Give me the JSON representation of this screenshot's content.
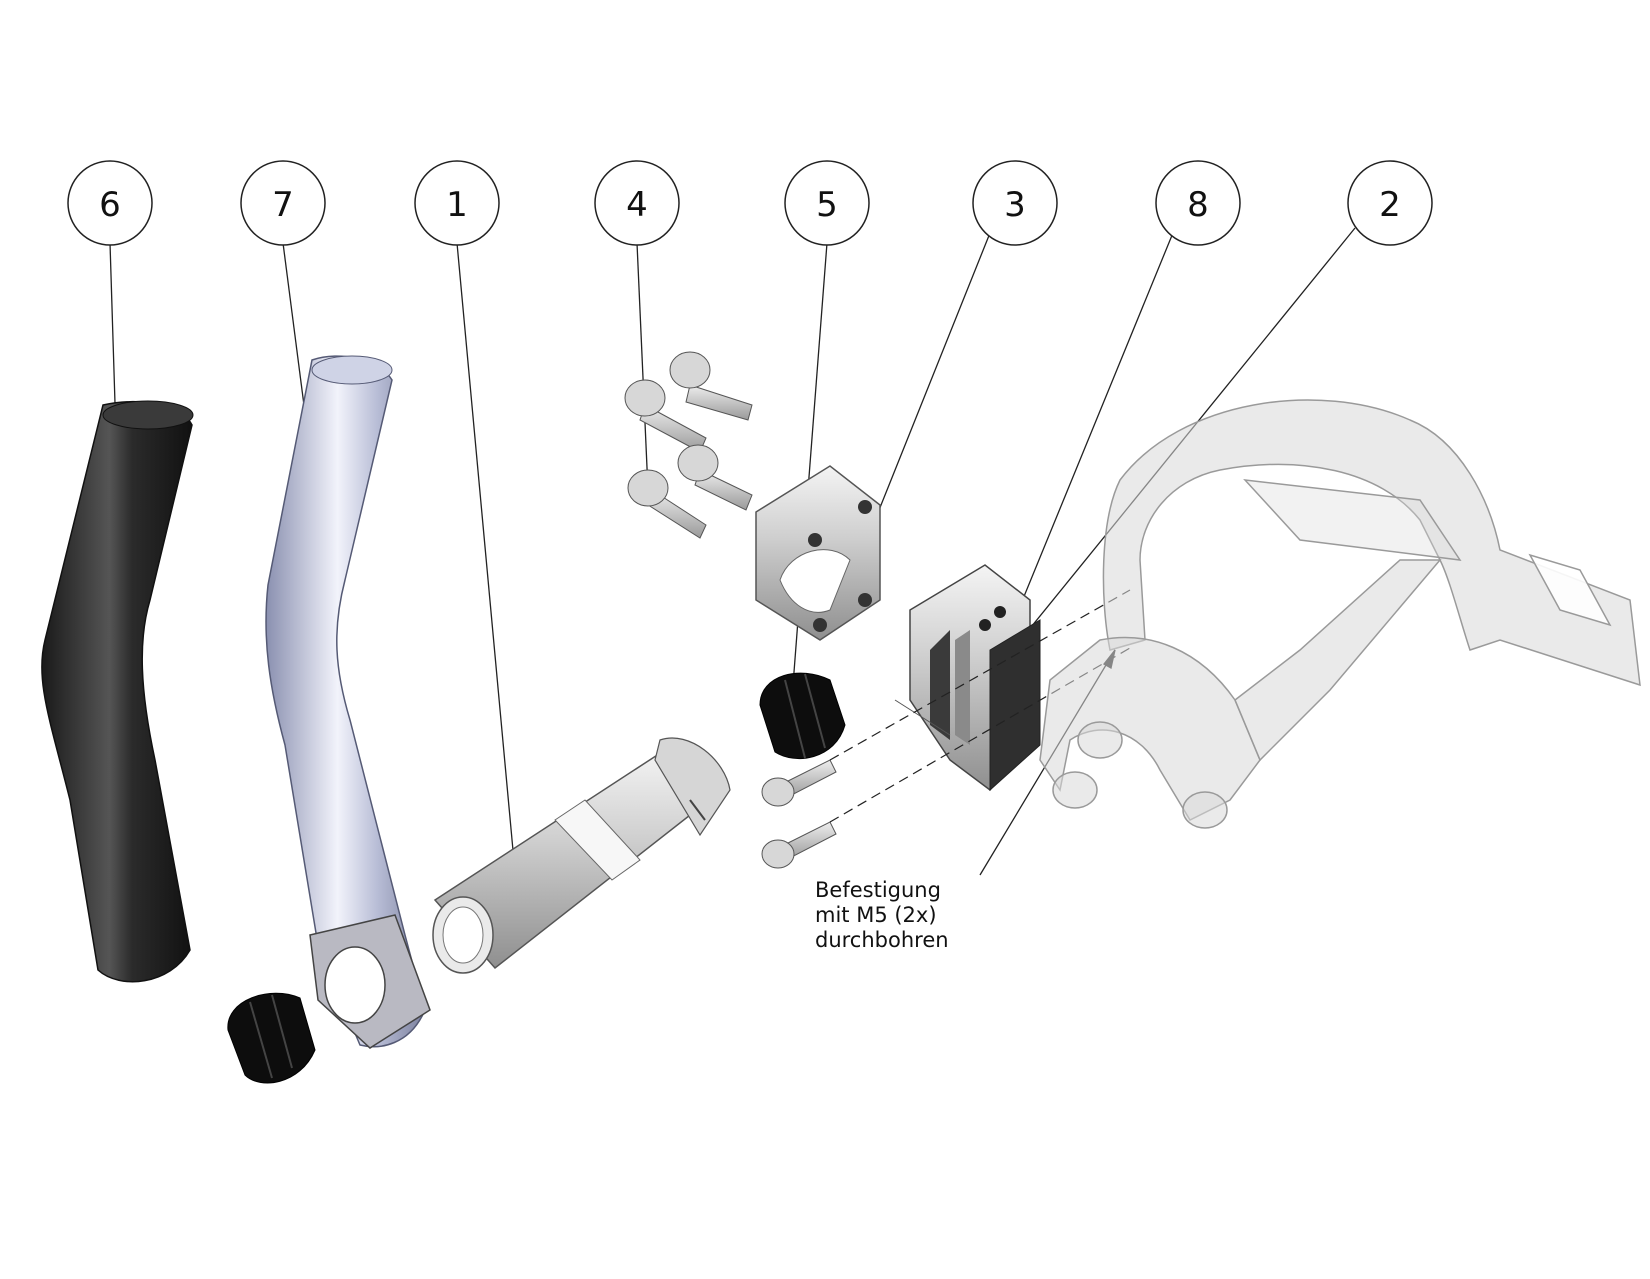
{
  "balloons": [
    {
      "id": "balloon-6",
      "label": "6"
    },
    {
      "id": "balloon-7",
      "label": "7"
    },
    {
      "id": "balloon-1",
      "label": "1"
    },
    {
      "id": "balloon-4",
      "label": "4"
    },
    {
      "id": "balloon-5",
      "label": "5"
    },
    {
      "id": "balloon-3",
      "label": "3"
    },
    {
      "id": "balloon-8",
      "label": "8"
    },
    {
      "id": "balloon-2",
      "label": "2"
    }
  ],
  "note": {
    "line1": "Befestigung",
    "line2": "mit M5 (2x)",
    "line3": "durchbohren"
  },
  "colors": {
    "grip_black": "#2b2b2b",
    "tube_blue_grey": "#b8bdd6",
    "metal_grey": "#c8c8c8",
    "rubber_black": "#0d0d0d",
    "transparent_frame": "#d9d9d9"
  }
}
